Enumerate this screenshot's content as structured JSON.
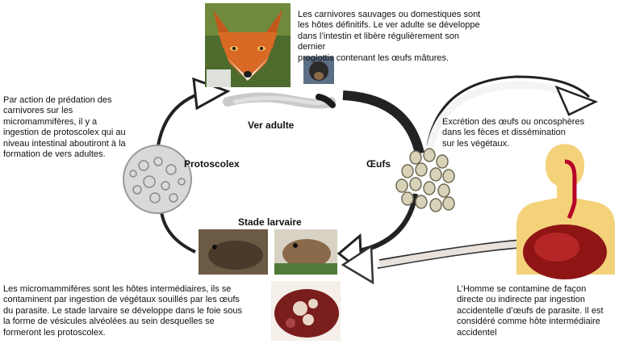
{
  "stages": {
    "adult": "Ver adulte",
    "eggs": "Œufs",
    "larva": "Stade larvaire",
    "protoscolex": "Protoscolex"
  },
  "descriptions": {
    "definitive_hosts": "Les carnivores  sauvages ou domestiques sont\nles hôtes définitifs. Le ver adulte se développe\ndans l’intestin et libère régulièrement  son dernier\nproglottis contenant les œufs mâtures.",
    "excretion": "Excrétion des œufs ou oncosphères\ndans les fèces et dissémination\nsur les végétaux.",
    "predation": "Par action de prédation des\ncarnivores  sur les\nmicromammifères,  il y a\ningestion de  protoscolex qui au\nniveau  intestinal aboutiront à la\nformation de vers adultes.",
    "intermediate_hosts": "Les micromammifères  sont les hôtes intermédiaires,  ils se\ncontaminent par ingestion de végétaux  souillés par les œufs\ndu parasite. Le stade larvaire  se développe  dans le foie sous\nla forme de vésicules alvéolées  au sein desquelles se\nformeront  les protoscolex.",
    "human": "L’Homme  se contamine de façon\ndirecte ou indirecte par ingestion\naccidentelle d’œufs de parasite. Il est\nconsidéré comme hôte intermédiaire\naccidentel"
  }
}
